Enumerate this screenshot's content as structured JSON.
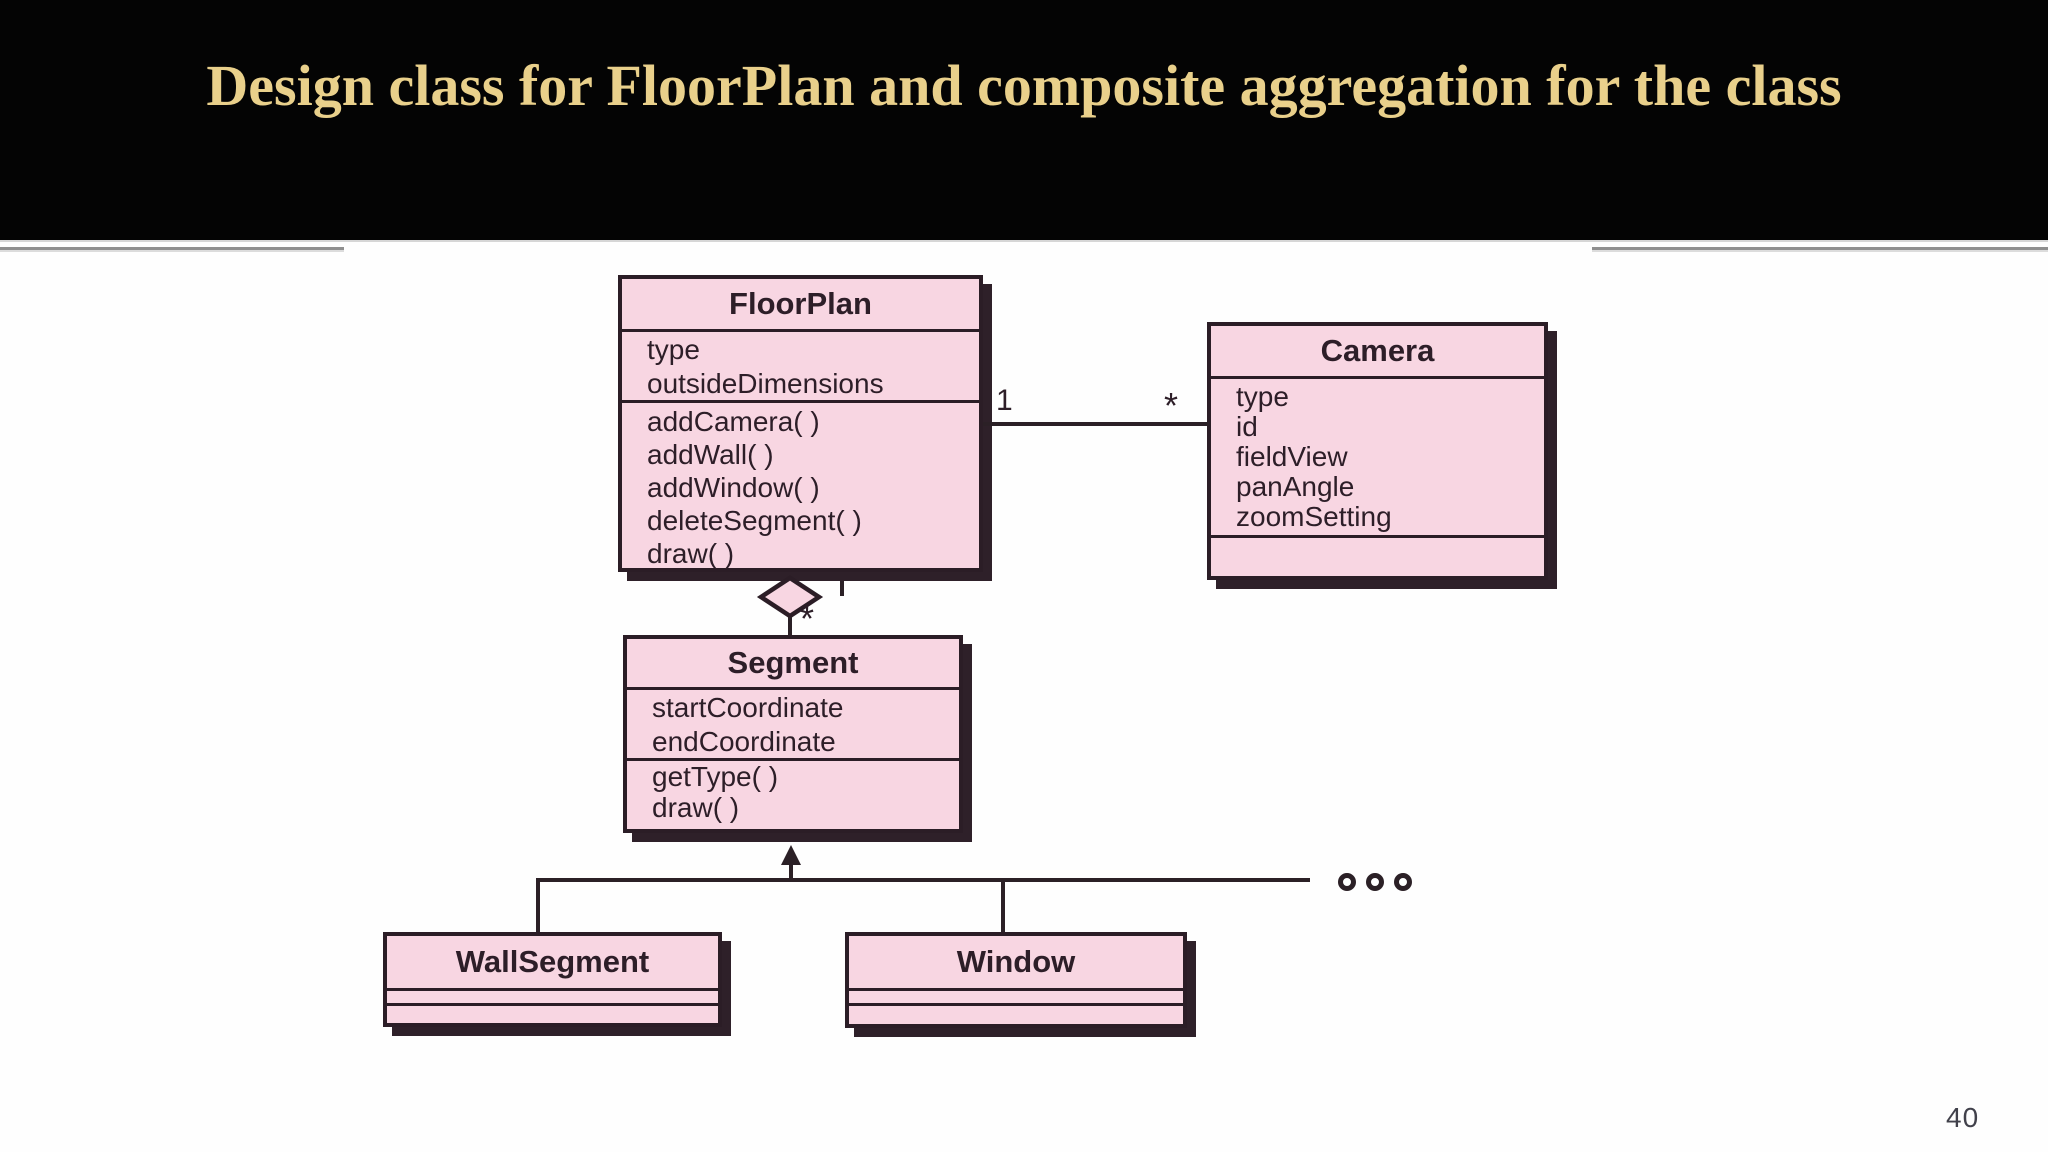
{
  "slide": {
    "title": "Design class for FloorPlan and composite aggregation for the class",
    "page_number": "40"
  },
  "colors": {
    "banner_background": "#040404",
    "title_gold": "#e9d08b",
    "class_fill_pink": "#f8d6e2",
    "class_border": "#2b1d26",
    "connector": "#2b2026"
  },
  "uml": {
    "floorplan": {
      "name": "FloorPlan",
      "attributes": [
        "type",
        "outsideDimensions"
      ],
      "operations": [
        "addCamera( )",
        "addWall( )",
        "addWindow( )",
        "deleteSegment( )",
        "draw( )"
      ]
    },
    "camera": {
      "name": "Camera",
      "attributes": [
        "type",
        "id",
        "fieldView",
        "panAngle",
        "zoomSetting"
      ],
      "operations": []
    },
    "segment": {
      "name": "Segment",
      "attributes": [
        "startCoordinate",
        "endCoordinate"
      ],
      "operations": [
        "getType( )",
        "draw( )"
      ]
    },
    "wallsegment": {
      "name": "WallSegment"
    },
    "window": {
      "name": "Window"
    },
    "multiplicities": {
      "floorplan_side": "1",
      "camera_side": "*",
      "segment_side": "*"
    }
  }
}
